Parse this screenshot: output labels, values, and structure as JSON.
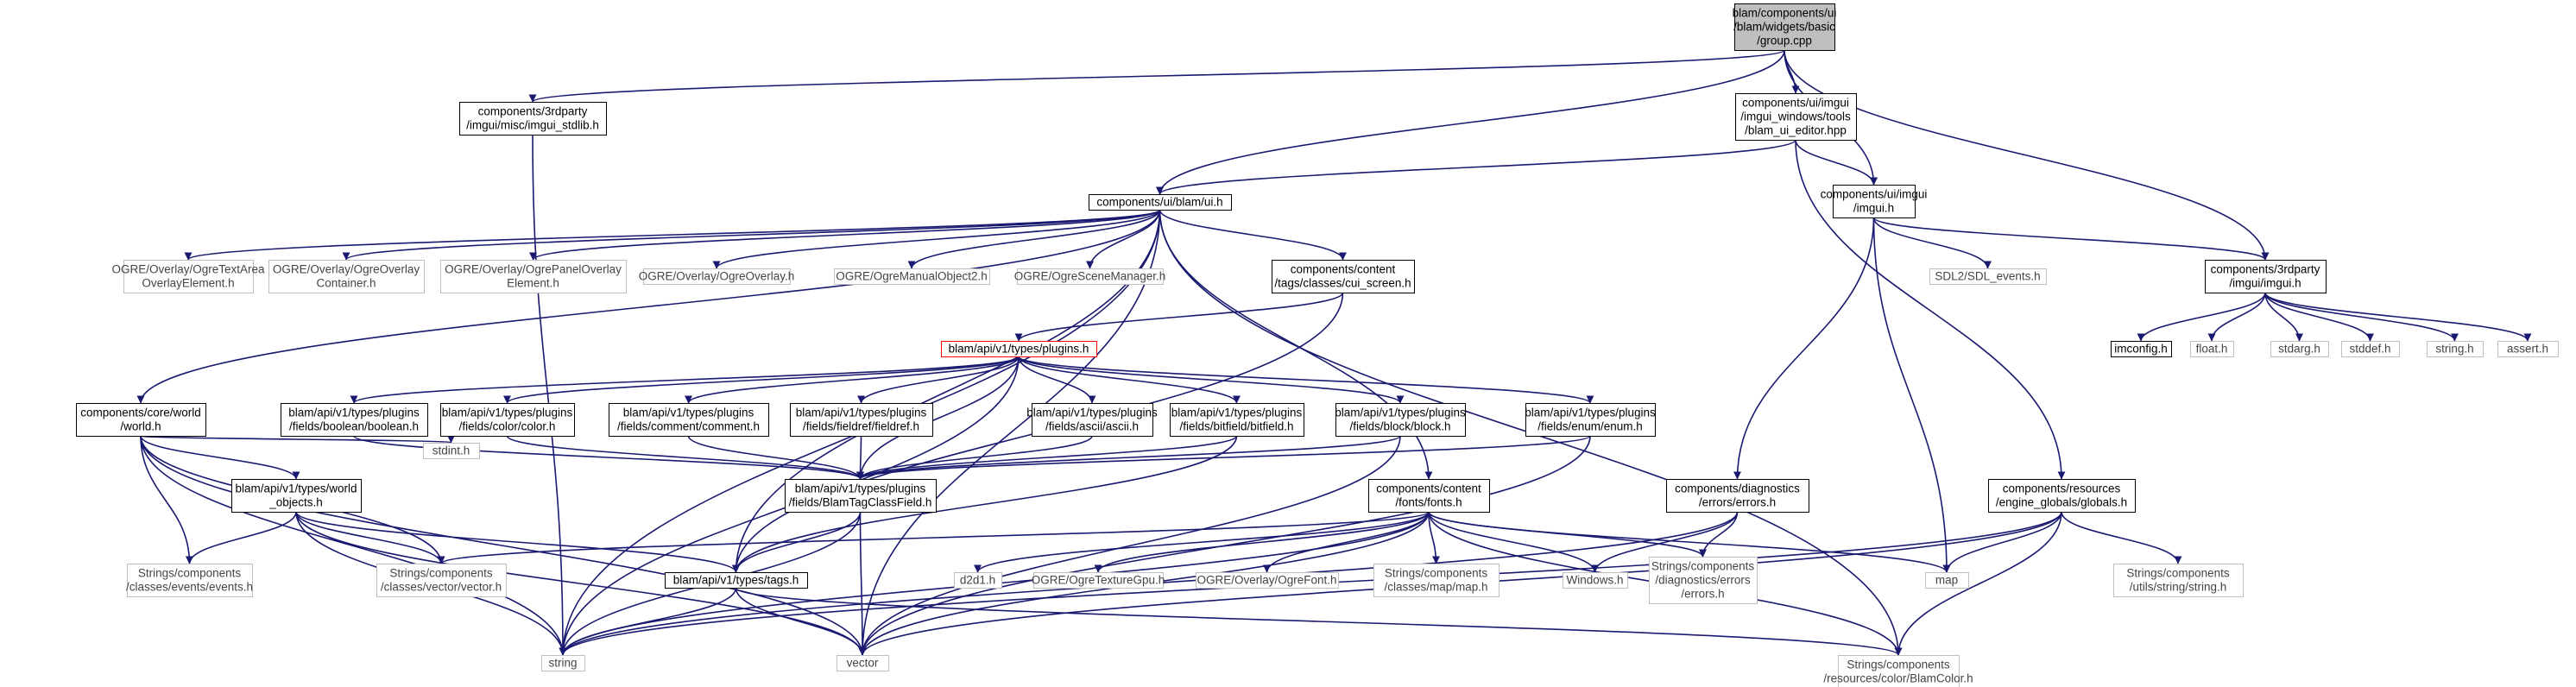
{
  "title": "",
  "colors": {
    "edge": "#191970",
    "root_fill": "#bfbfbf",
    "root_border": "#000000",
    "node_border": "#000000",
    "highlight_border": "#ff0000",
    "external_border": "#bfbfbf",
    "external_text": "#444444"
  },
  "nodes": {
    "group_cpp": {
      "lines": [
        "blam/components/ui",
        "/blam/widgets/basic",
        "/group.cpp"
      ],
      "kind": "root"
    },
    "imgui_stdlib": {
      "lines": [
        "components/3rdparty",
        "/imgui/misc/imgui_stdlib.h"
      ],
      "kind": "local"
    },
    "blam_ui_editor": {
      "lines": [
        "components/ui/imgui",
        "/imgui_windows/tools",
        "/blam_ui_editor.hpp"
      ],
      "kind": "local"
    },
    "blam_ui_h": {
      "lines": [
        "components/ui/blam/ui.h"
      ],
      "kind": "local"
    },
    "ui_imgui_h": {
      "lines": [
        "components/ui/imgui",
        "/imgui.h"
      ],
      "kind": "local"
    },
    "tp_imgui_h": {
      "lines": [
        "components/3rdparty",
        "/imgui/imgui.h"
      ],
      "kind": "local"
    },
    "ogre_textarea": {
      "lines": [
        "OGRE/Overlay/OgreTextArea",
        "OverlayElement.h"
      ],
      "kind": "external"
    },
    "ogre_overlay_container": {
      "lines": [
        "OGRE/Overlay/OgreOverlay",
        "Container.h"
      ],
      "kind": "external"
    },
    "ogre_panel_overlay": {
      "lines": [
        "OGRE/Overlay/OgrePanelOverlay",
        "Element.h"
      ],
      "kind": "external"
    },
    "ogre_overlay": {
      "lines": [
        "OGRE/Overlay/OgreOverlay.h"
      ],
      "kind": "external"
    },
    "ogre_manual": {
      "lines": [
        "OGRE/OgreManualObject2.h"
      ],
      "kind": "external"
    },
    "ogre_scene_mgr": {
      "lines": [
        "OGRE/OgreSceneManager.h"
      ],
      "kind": "external"
    },
    "cui_screen": {
      "lines": [
        "components/content",
        "/tags/classes/cui_screen.h"
      ],
      "kind": "local"
    },
    "sdl_events": {
      "lines": [
        "SDL2/SDL_events.h"
      ],
      "kind": "external"
    },
    "imconfig": {
      "lines": [
        "imconfig.h"
      ],
      "kind": "local"
    },
    "float_h": {
      "lines": [
        "float.h"
      ],
      "kind": "external"
    },
    "stdarg_h": {
      "lines": [
        "stdarg.h"
      ],
      "kind": "external"
    },
    "stddef_h": {
      "lines": [
        "stddef.h"
      ],
      "kind": "external"
    },
    "string_h": {
      "lines": [
        "string.h"
      ],
      "kind": "external"
    },
    "assert_h": {
      "lines": [
        "assert.h"
      ],
      "kind": "external"
    },
    "plugins_h": {
      "lines": [
        "blam/api/v1/types/plugins.h"
      ],
      "kind": "highlight"
    },
    "world_h": {
      "lines": [
        "components/core/world",
        "/world.h"
      ],
      "kind": "local"
    },
    "boolean_h": {
      "lines": [
        "blam/api/v1/types/plugins",
        "/fields/boolean/boolean.h"
      ],
      "kind": "local"
    },
    "color_h": {
      "lines": [
        "blam/api/v1/types/plugins",
        "/fields/color/color.h"
      ],
      "kind": "local"
    },
    "comment_h": {
      "lines": [
        "blam/api/v1/types/plugins",
        "/fields/comment/comment.h"
      ],
      "kind": "local"
    },
    "fieldref_h": {
      "lines": [
        "blam/api/v1/types/plugins",
        "/fields/fieldref/fieldref.h"
      ],
      "kind": "local"
    },
    "ascii_h": {
      "lines": [
        "blam/api/v1/types/plugins",
        "/fields/ascii/ascii.h"
      ],
      "kind": "local"
    },
    "bitfield_h": {
      "lines": [
        "blam/api/v1/types/plugins",
        "/fields/bitfield/bitfield.h"
      ],
      "kind": "local"
    },
    "block_h": {
      "lines": [
        "blam/api/v1/types/plugins",
        "/fields/block/block.h"
      ],
      "kind": "local"
    },
    "enum_h": {
      "lines": [
        "blam/api/v1/types/plugins",
        "/fields/enum/enum.h"
      ],
      "kind": "local"
    },
    "stdint_h": {
      "lines": [
        "stdint.h"
      ],
      "kind": "external"
    },
    "world_objects": {
      "lines": [
        "blam/api/v1/types/world",
        "_objects.h"
      ],
      "kind": "local"
    },
    "blamtagclassfield": {
      "lines": [
        "blam/api/v1/types/plugins",
        "/fields/BlamTagClassField.h"
      ],
      "kind": "local"
    },
    "fonts_h": {
      "lines": [
        "components/content",
        "/fonts/fonts.h"
      ],
      "kind": "local"
    },
    "diag_errors": {
      "lines": [
        "components/diagnostics",
        "/errors/errors.h"
      ],
      "kind": "local"
    },
    "globals_h": {
      "lines": [
        "components/resources",
        "/engine_globals/globals.h"
      ],
      "kind": "local"
    },
    "events_h": {
      "lines": [
        "Strings/components",
        "/classes/events/events.h"
      ],
      "kind": "external"
    },
    "vector_hdr": {
      "lines": [
        "Strings/components",
        "/classes/vector/vector.h"
      ],
      "kind": "external"
    },
    "tags_h": {
      "lines": [
        "blam/api/v1/types/tags.h"
      ],
      "kind": "local"
    },
    "d2d1_h": {
      "lines": [
        "d2d1.h"
      ],
      "kind": "external"
    },
    "ogre_texgpu": {
      "lines": [
        "OGRE/OgreTextureGpu.h"
      ],
      "kind": "external"
    },
    "ogre_font": {
      "lines": [
        "OGRE/Overlay/OgreFont.h"
      ],
      "kind": "external"
    },
    "map_hdr": {
      "lines": [
        "Strings/components",
        "/classes/map/map.h"
      ],
      "kind": "external"
    },
    "windows_h": {
      "lines": [
        "Windows.h"
      ],
      "kind": "external"
    },
    "str_errors": {
      "lines": [
        "Strings/components",
        "/diagnostics/errors",
        "/errors.h"
      ],
      "kind": "external"
    },
    "map": {
      "lines": [
        "map"
      ],
      "kind": "external"
    },
    "str_string": {
      "lines": [
        "Strings/components",
        "/utils/string/string.h"
      ],
      "kind": "external"
    },
    "string": {
      "lines": [
        "string"
      ],
      "kind": "external"
    },
    "vector": {
      "lines": [
        "vector"
      ],
      "kind": "external"
    },
    "blamcolor": {
      "lines": [
        "Strings/components",
        "/resources/color/BlamColor.h"
      ],
      "kind": "external"
    }
  },
  "edges": [
    [
      "group_cpp",
      "imgui_stdlib"
    ],
    [
      "group_cpp",
      "blam_ui_h"
    ],
    [
      "group_cpp",
      "blam_ui_editor"
    ],
    [
      "group_cpp",
      "ui_imgui_h"
    ],
    [
      "group_cpp",
      "tp_imgui_h"
    ],
    [
      "imgui_stdlib",
      "string"
    ],
    [
      "blam_ui_editor",
      "blam_ui_h"
    ],
    [
      "blam_ui_editor",
      "ui_imgui_h"
    ],
    [
      "blam_ui_editor",
      "globals_h"
    ],
    [
      "blam_ui_h",
      "ogre_textarea"
    ],
    [
      "blam_ui_h",
      "ogre_overlay_container"
    ],
    [
      "blam_ui_h",
      "ogre_panel_overlay"
    ],
    [
      "blam_ui_h",
      "ogre_overlay"
    ],
    [
      "blam_ui_h",
      "ogre_manual"
    ],
    [
      "blam_ui_h",
      "ogre_scene_mgr"
    ],
    [
      "blam_ui_h",
      "cui_screen"
    ],
    [
      "blam_ui_h",
      "world_h"
    ],
    [
      "blam_ui_h",
      "string"
    ],
    [
      "blam_ui_h",
      "vector"
    ],
    [
      "blam_ui_h",
      "fonts_h"
    ],
    [
      "blam_ui_h",
      "blamcolor"
    ],
    [
      "blam_ui_h",
      "tags_h"
    ],
    [
      "ui_imgui_h",
      "sdl_events"
    ],
    [
      "ui_imgui_h",
      "tp_imgui_h"
    ],
    [
      "ui_imgui_h",
      "diag_errors"
    ],
    [
      "ui_imgui_h",
      "map"
    ],
    [
      "tp_imgui_h",
      "imconfig"
    ],
    [
      "tp_imgui_h",
      "float_h"
    ],
    [
      "tp_imgui_h",
      "stdarg_h"
    ],
    [
      "tp_imgui_h",
      "stddef_h"
    ],
    [
      "tp_imgui_h",
      "string_h"
    ],
    [
      "tp_imgui_h",
      "assert_h"
    ],
    [
      "cui_screen",
      "plugins_h"
    ],
    [
      "cui_screen",
      "tags_h"
    ],
    [
      "plugins_h",
      "boolean_h"
    ],
    [
      "plugins_h",
      "color_h"
    ],
    [
      "plugins_h",
      "comment_h"
    ],
    [
      "plugins_h",
      "fieldref_h"
    ],
    [
      "plugins_h",
      "ascii_h"
    ],
    [
      "plugins_h",
      "bitfield_h"
    ],
    [
      "plugins_h",
      "block_h"
    ],
    [
      "plugins_h",
      "enum_h"
    ],
    [
      "plugins_h",
      "blamtagclassfield"
    ],
    [
      "plugins_h",
      "string"
    ],
    [
      "boolean_h",
      "blamtagclassfield"
    ],
    [
      "color_h",
      "blamtagclassfield"
    ],
    [
      "comment_h",
      "blamtagclassfield"
    ],
    [
      "fieldref_h",
      "blamtagclassfield"
    ],
    [
      "ascii_h",
      "blamtagclassfield"
    ],
    [
      "bitfield_h",
      "blamtagclassfield"
    ],
    [
      "bitfield_h",
      "tags_h"
    ],
    [
      "block_h",
      "blamtagclassfield"
    ],
    [
      "block_h",
      "vector"
    ],
    [
      "enum_h",
      "blamtagclassfield"
    ],
    [
      "enum_h",
      "vector"
    ],
    [
      "world_h",
      "world_objects"
    ],
    [
      "world_h",
      "events_h"
    ],
    [
      "world_h",
      "vector_hdr"
    ],
    [
      "world_h",
      "stdint_h"
    ],
    [
      "world_h",
      "string"
    ],
    [
      "world_h",
      "vector"
    ],
    [
      "world_objects",
      "events_h"
    ],
    [
      "world_objects",
      "vector_hdr"
    ],
    [
      "world_objects",
      "tags_h"
    ],
    [
      "world_objects",
      "string"
    ],
    [
      "world_objects",
      "vector"
    ],
    [
      "blamtagclassfield",
      "tags_h"
    ],
    [
      "blamtagclassfield",
      "string"
    ],
    [
      "blamtagclassfield",
      "vector"
    ],
    [
      "tags_h",
      "string"
    ],
    [
      "tags_h",
      "vector"
    ],
    [
      "tags_h",
      "blamcolor"
    ],
    [
      "fonts_h",
      "d2d1_h"
    ],
    [
      "fonts_h",
      "ogre_texgpu"
    ],
    [
      "fonts_h",
      "ogre_font"
    ],
    [
      "fonts_h",
      "map_hdr"
    ],
    [
      "fonts_h",
      "windows_h"
    ],
    [
      "fonts_h",
      "str_errors"
    ],
    [
      "fonts_h",
      "map"
    ],
    [
      "fonts_h",
      "vector_hdr"
    ],
    [
      "fonts_h",
      "string"
    ],
    [
      "fonts_h",
      "vector"
    ],
    [
      "fonts_h",
      "blamcolor"
    ],
    [
      "diag_errors",
      "windows_h"
    ],
    [
      "diag_errors",
      "str_errors"
    ],
    [
      "diag_errors",
      "string"
    ],
    [
      "globals_h",
      "map"
    ],
    [
      "globals_h",
      "str_string"
    ],
    [
      "globals_h",
      "string"
    ],
    [
      "globals_h",
      "vector"
    ],
    [
      "globals_h",
      "blamcolor"
    ]
  ]
}
